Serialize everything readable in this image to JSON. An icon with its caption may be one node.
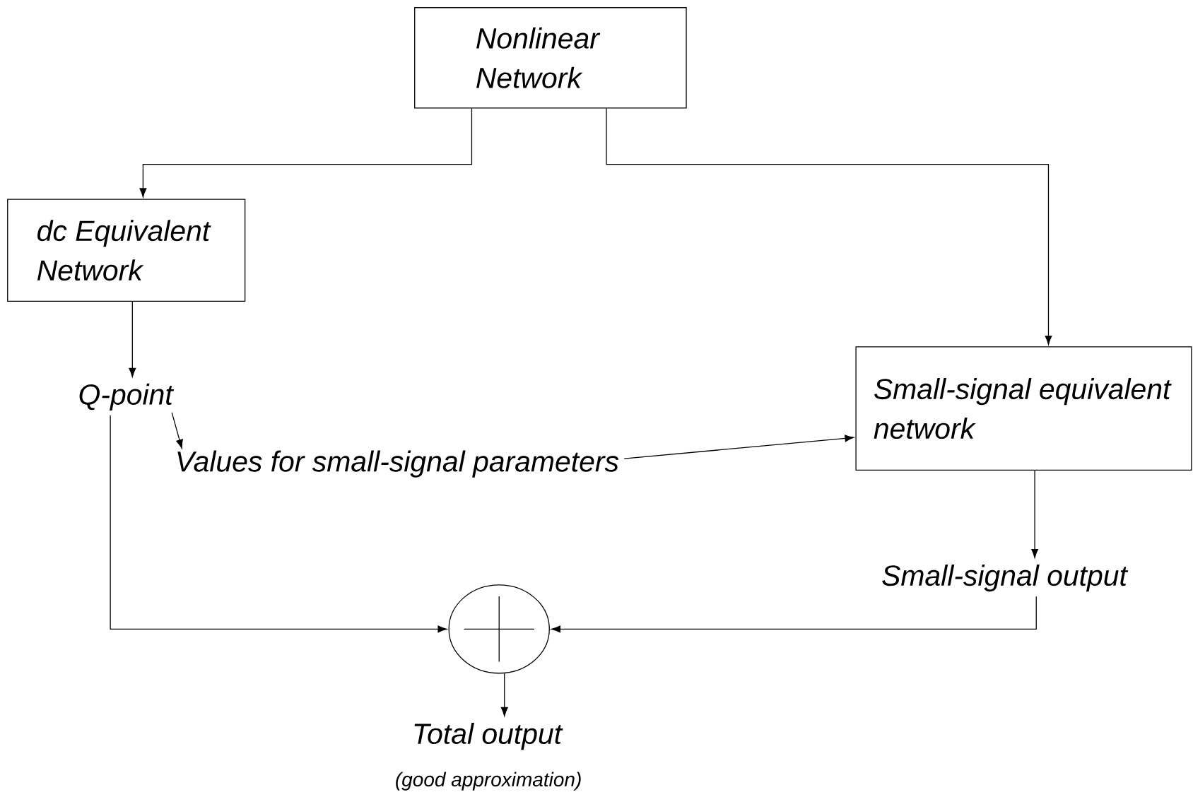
{
  "diagram": {
    "nodes": [
      {
        "text": [
          "Nonlinear Network"
        ]
      },
      {
        "text": [
          "dc Equivalent Network"
        ]
      },
      {
        "text": [
          "Q-point"
        ]
      },
      {
        "text": [
          "Values for small-signal parameters"
        ]
      },
      {
        "text": [
          "Small-signal equivalent network"
        ]
      },
      {
        "text": [
          "Small-signal output"
        ]
      },
      {
        "text": [],
        "shape": "circle"
      },
      {
        "text": [
          "Total output"
        ],
        "beside": [
          "(good approximation)"
        ]
      }
    ],
    "edges": [
      {
        "from": 0,
        "to": 1,
        "arrow": "to"
      },
      {
        "from": 0,
        "to": 4,
        "arrow": "to"
      },
      {
        "from": 1,
        "to": 2,
        "arrow": "to"
      },
      {
        "from": 2,
        "to": 3,
        "arrow": "to"
      },
      {
        "from": 3,
        "to": 4,
        "arrow": "to"
      },
      {
        "from": 4,
        "to": 5,
        "arrow": "to"
      },
      {
        "from": 2,
        "to": 6,
        "arrow": "to"
      },
      {
        "from": 5,
        "to": 6,
        "arrow": "to"
      },
      {
        "from": 6,
        "to": 7,
        "arrow": "to"
      }
    ]
  }
}
